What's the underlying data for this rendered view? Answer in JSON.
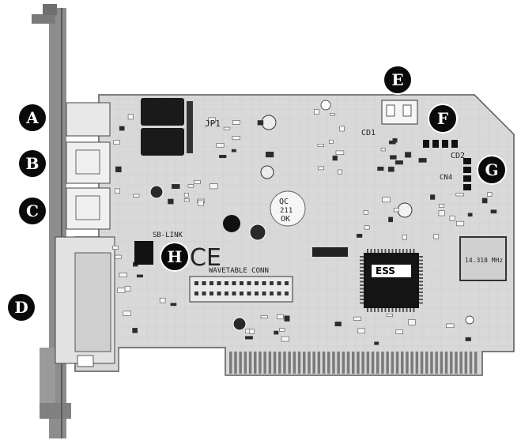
{
  "image": {
    "background": "#ffffff",
    "board_color": "#d8d8d8",
    "bracket_color": "#8a8a8a",
    "trace_color": "#9a9a9a"
  },
  "callouts": [
    {
      "id": "a",
      "label": "A"
    },
    {
      "id": "b",
      "label": "B"
    },
    {
      "id": "c",
      "label": "C"
    },
    {
      "id": "d",
      "label": "D"
    },
    {
      "id": "e",
      "label": "E"
    },
    {
      "id": "f",
      "label": "F"
    },
    {
      "id": "g",
      "label": "G"
    },
    {
      "id": "h",
      "label": "H"
    }
  ],
  "board_labels": {
    "jp1": "JP1",
    "cd1": "CD1",
    "cd2": "CD2",
    "cn4": "CN4",
    "sb_link": "SB-LINK",
    "wavetable": "WAVETABLE CONN",
    "qc_line1": "QC",
    "qc_line2": "211",
    "qc_line3": "OK",
    "ce_mark": "CE",
    "chip_text": "ESS",
    "crystal_text": "14.318 MHz"
  }
}
